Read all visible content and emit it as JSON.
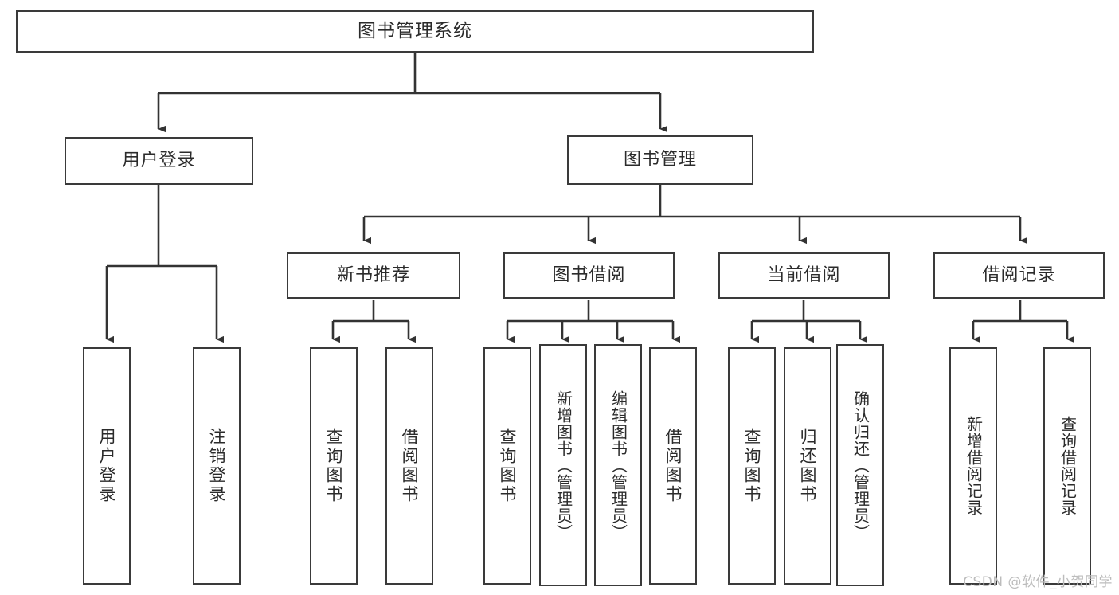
{
  "diagram": {
    "title": "图书管理系统",
    "type": "tree-hierarchy-diagram",
    "watermark": "CSDN @软件_小贺同学",
    "colors": {
      "box_border": "#3a3a3a",
      "edge": "#333333",
      "text": "#2b2b2b",
      "background": "#ffffff",
      "watermark": "#bcbcbc"
    },
    "nodes": {
      "root": {
        "label": "图书管理系统"
      },
      "level1": [
        {
          "id": "user-login",
          "label": "用户登录"
        },
        {
          "id": "book-manage",
          "label": "图书管理"
        }
      ],
      "level2": [
        {
          "id": "new-book-recommend",
          "label": "新书推荐"
        },
        {
          "id": "book-borrow",
          "label": "图书借阅"
        },
        {
          "id": "current-borrow",
          "label": "当前借阅"
        },
        {
          "id": "borrow-record",
          "label": "借阅记录"
        }
      ],
      "leaves": {
        "user_login": [
          {
            "id": "leaf-user-login",
            "label": "用户登录"
          },
          {
            "id": "leaf-logout-login",
            "label": "注销登录"
          }
        ],
        "new_book_recommend": [
          {
            "id": "leaf-query-book-1",
            "label": "查询图书"
          },
          {
            "id": "leaf-borrow-book-1",
            "label": "借阅图书"
          }
        ],
        "book_borrow": [
          {
            "id": "leaf-query-book-2",
            "label": "查询图书"
          },
          {
            "id": "leaf-add-book",
            "label": "新增图书（管理员）"
          },
          {
            "id": "leaf-edit-book",
            "label": "编辑图书（管理员）"
          },
          {
            "id": "leaf-borrow-book-2",
            "label": "借阅图书"
          }
        ],
        "current_borrow": [
          {
            "id": "leaf-query-book-3",
            "label": "查询图书"
          },
          {
            "id": "leaf-return-book",
            "label": "归还图书"
          },
          {
            "id": "leaf-confirm-return",
            "label": "确认归还（管理员）"
          }
        ],
        "borrow_record": [
          {
            "id": "leaf-add-record",
            "label": "新增借阅记录"
          },
          {
            "id": "leaf-query-record",
            "label": "查询借阅记录"
          }
        ]
      }
    }
  }
}
